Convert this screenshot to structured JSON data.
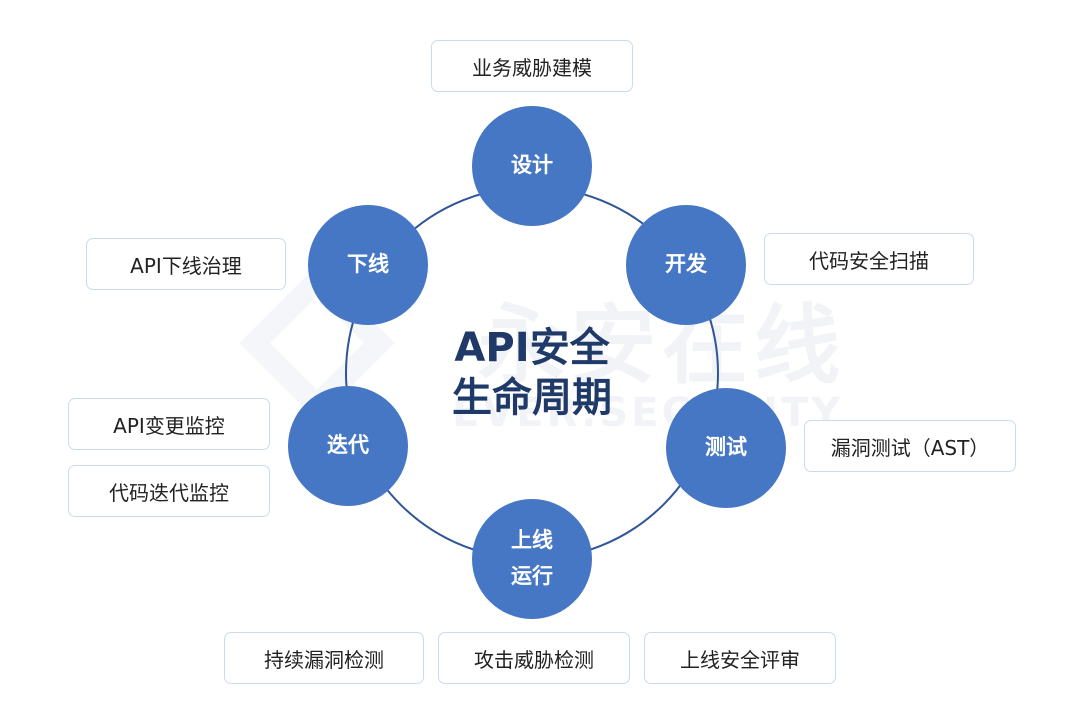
{
  "center": {
    "line1": "API安全",
    "line2": "生命周期"
  },
  "watermark": {
    "cn": "永安在线",
    "en": "EVER.SECURITY"
  },
  "nodes": {
    "design": "设计",
    "develop": "开发",
    "test": "测试",
    "launch_line1": "上线",
    "launch_line2": "运行",
    "iterate": "迭代",
    "offline": "下线"
  },
  "labels": {
    "threat_modeling": "业务威胁建模",
    "code_scan": "代码安全扫描",
    "vuln_test": "漏洞测试（AST）",
    "continuous_vuln": "持续漏洞检测",
    "attack_detect": "攻击威胁检测",
    "launch_review": "上线安全评审",
    "api_change": "API变更监控",
    "code_iter": "代码迭代监控",
    "api_offline": "API下线治理"
  },
  "colors": {
    "node_fill": "#4677c5",
    "ring": "#2f5597",
    "center_text": "#1f3a68",
    "label_border": "#c8dced"
  }
}
